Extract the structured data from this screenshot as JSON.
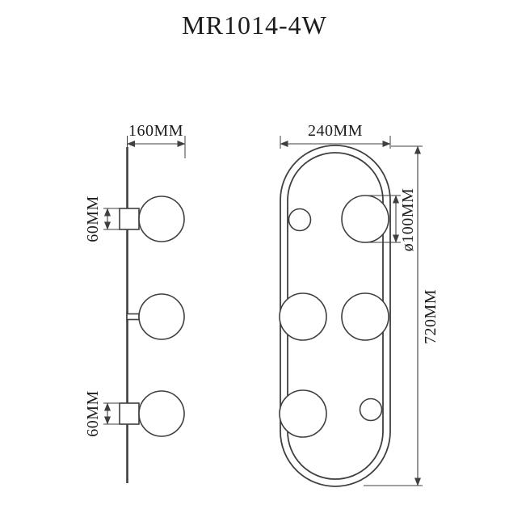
{
  "page": {
    "background": "#ffffff"
  },
  "drawing": {
    "title": "MR1014-4W",
    "line_color": "#3f3f3f",
    "text_color": "#1c1c1c",
    "left_view": {
      "dim_width": "160MM",
      "dim_stem_top": "60MM",
      "dim_stem_bottom": "60MM"
    },
    "right_view": {
      "dim_width": "240MM",
      "dim_globe_diameter": "ø100MM",
      "dim_height": "720MM"
    }
  }
}
